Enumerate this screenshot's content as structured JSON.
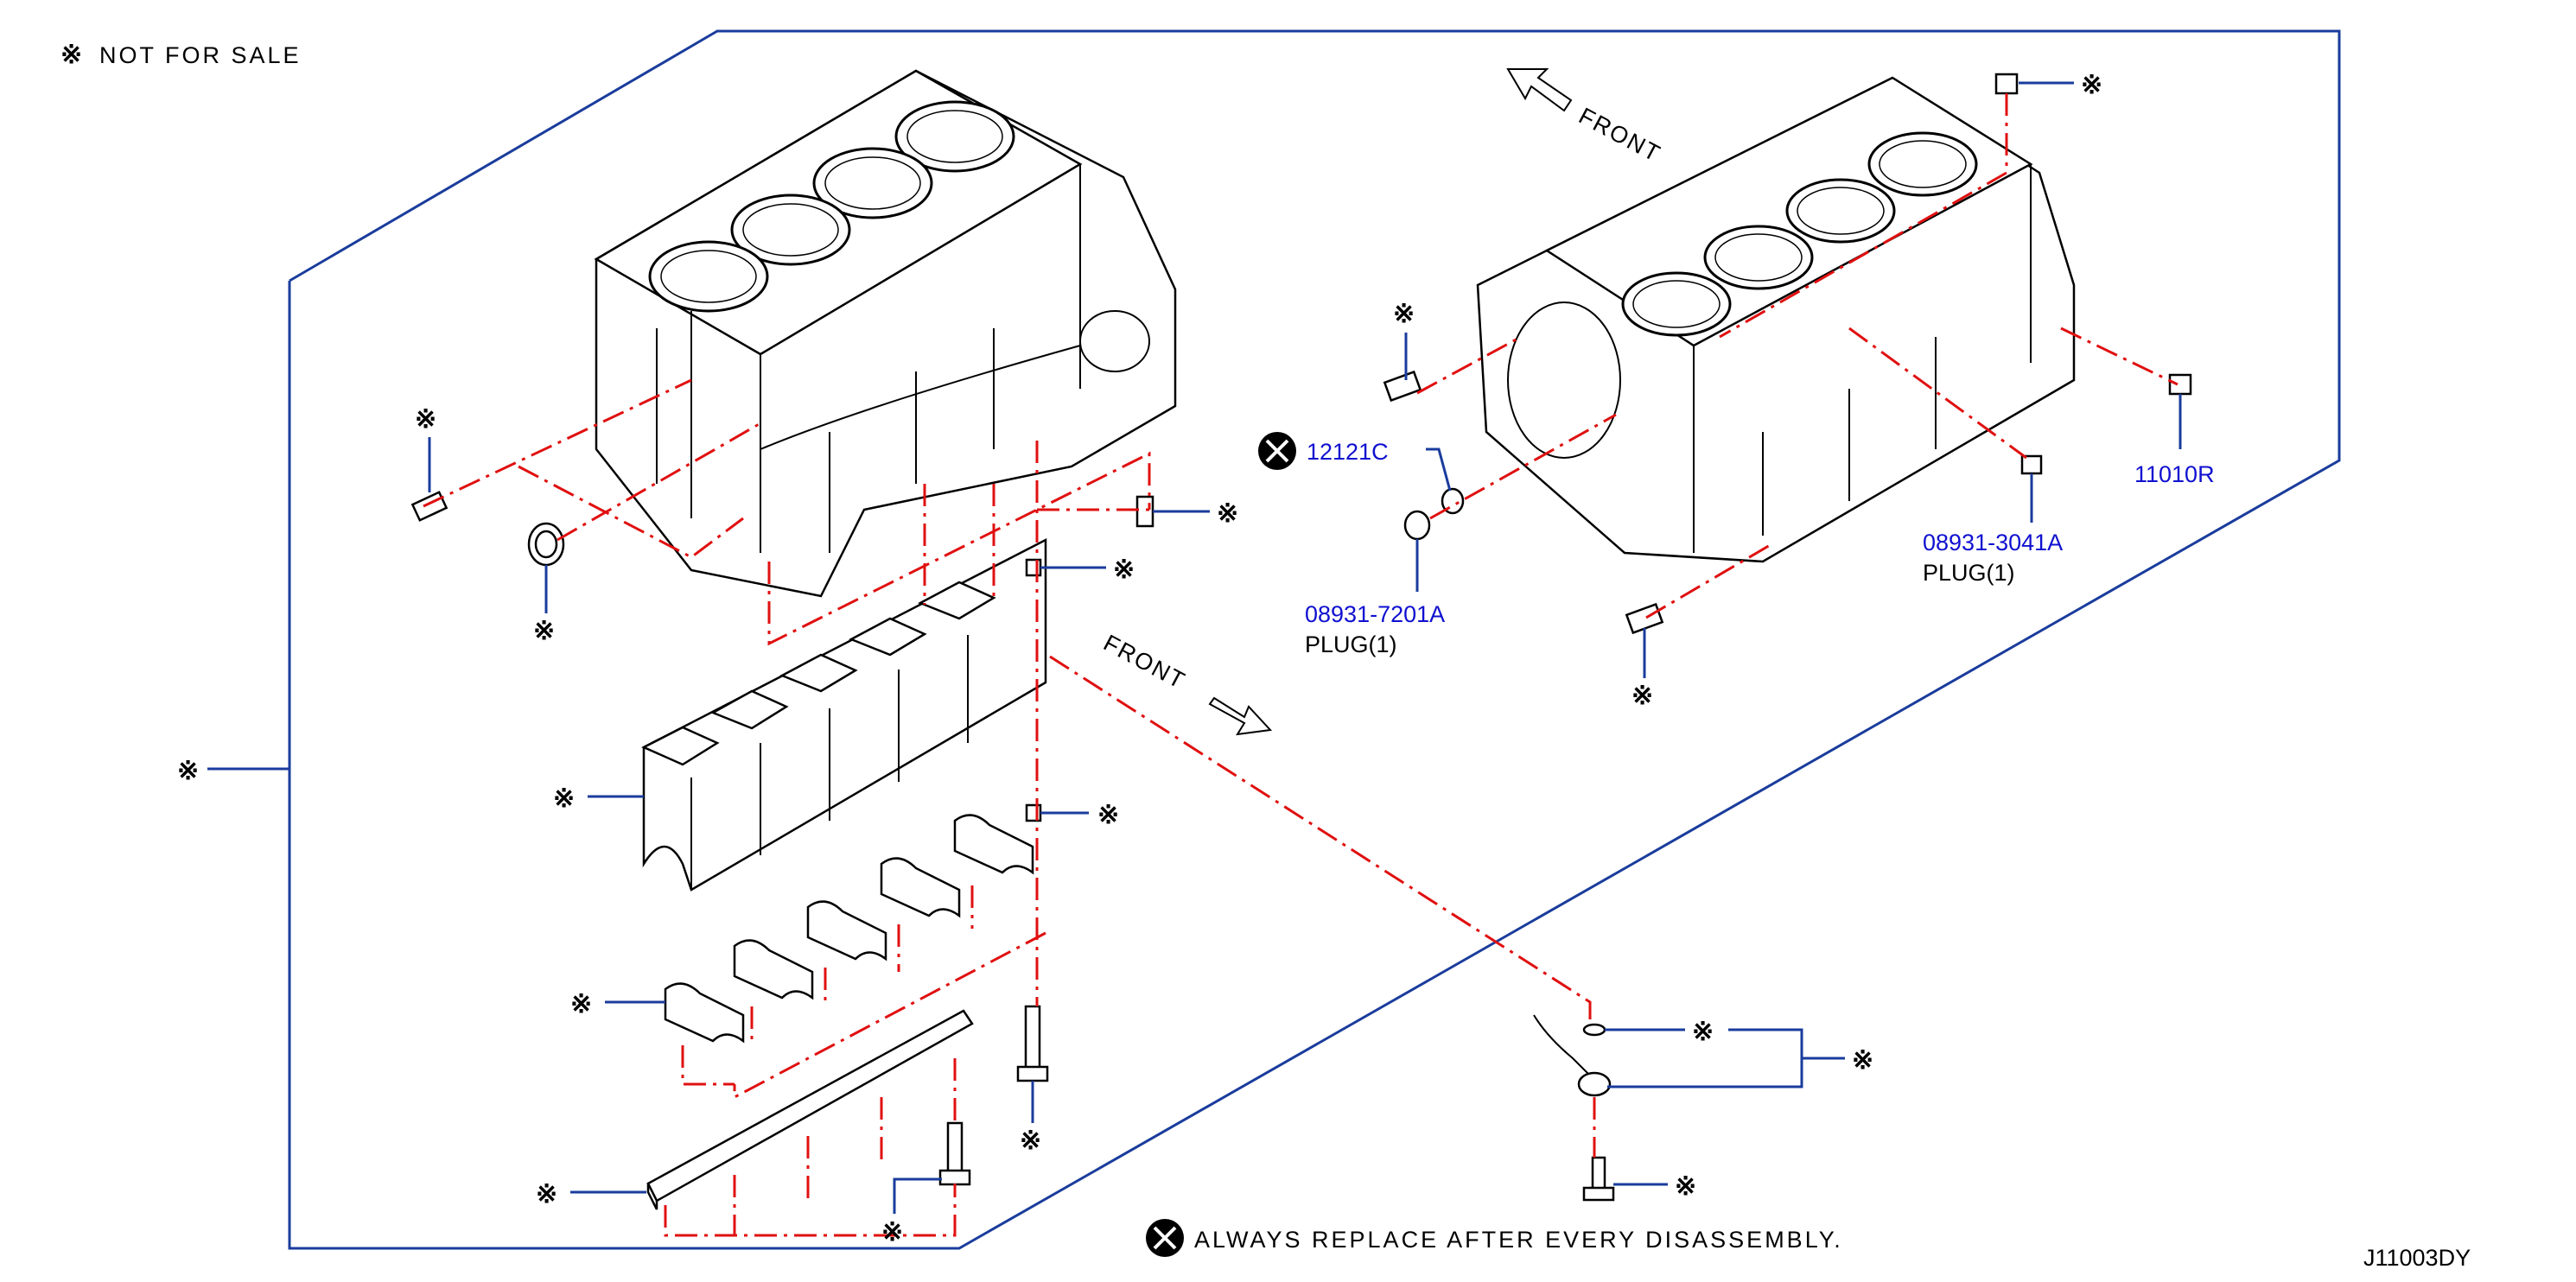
{
  "diagram_id": "J11003DY",
  "legend": {
    "not_for_sale_symbol": "※",
    "not_for_sale_text": "NOT FOR SALE",
    "replace_text": "ALWAYS REPLACE AFTER EVERY DISASSEMBLY."
  },
  "front_labels": {
    "upper": "FRONT",
    "lower": "FRONT"
  },
  "callouts": {
    "part_12121C": "12121C",
    "part_11010R": "11010R",
    "part_08931_7201A": "08931-7201A",
    "plug_7201A": "PLUG(1)",
    "part_08931_3041A": "08931-3041A",
    "plug_3041A": "PLUG(1)",
    "star": "※"
  },
  "colors": {
    "leader": "#1a3c9c",
    "dash_line": "#e01010",
    "part_number": "#1010d0",
    "text": "#000000"
  }
}
